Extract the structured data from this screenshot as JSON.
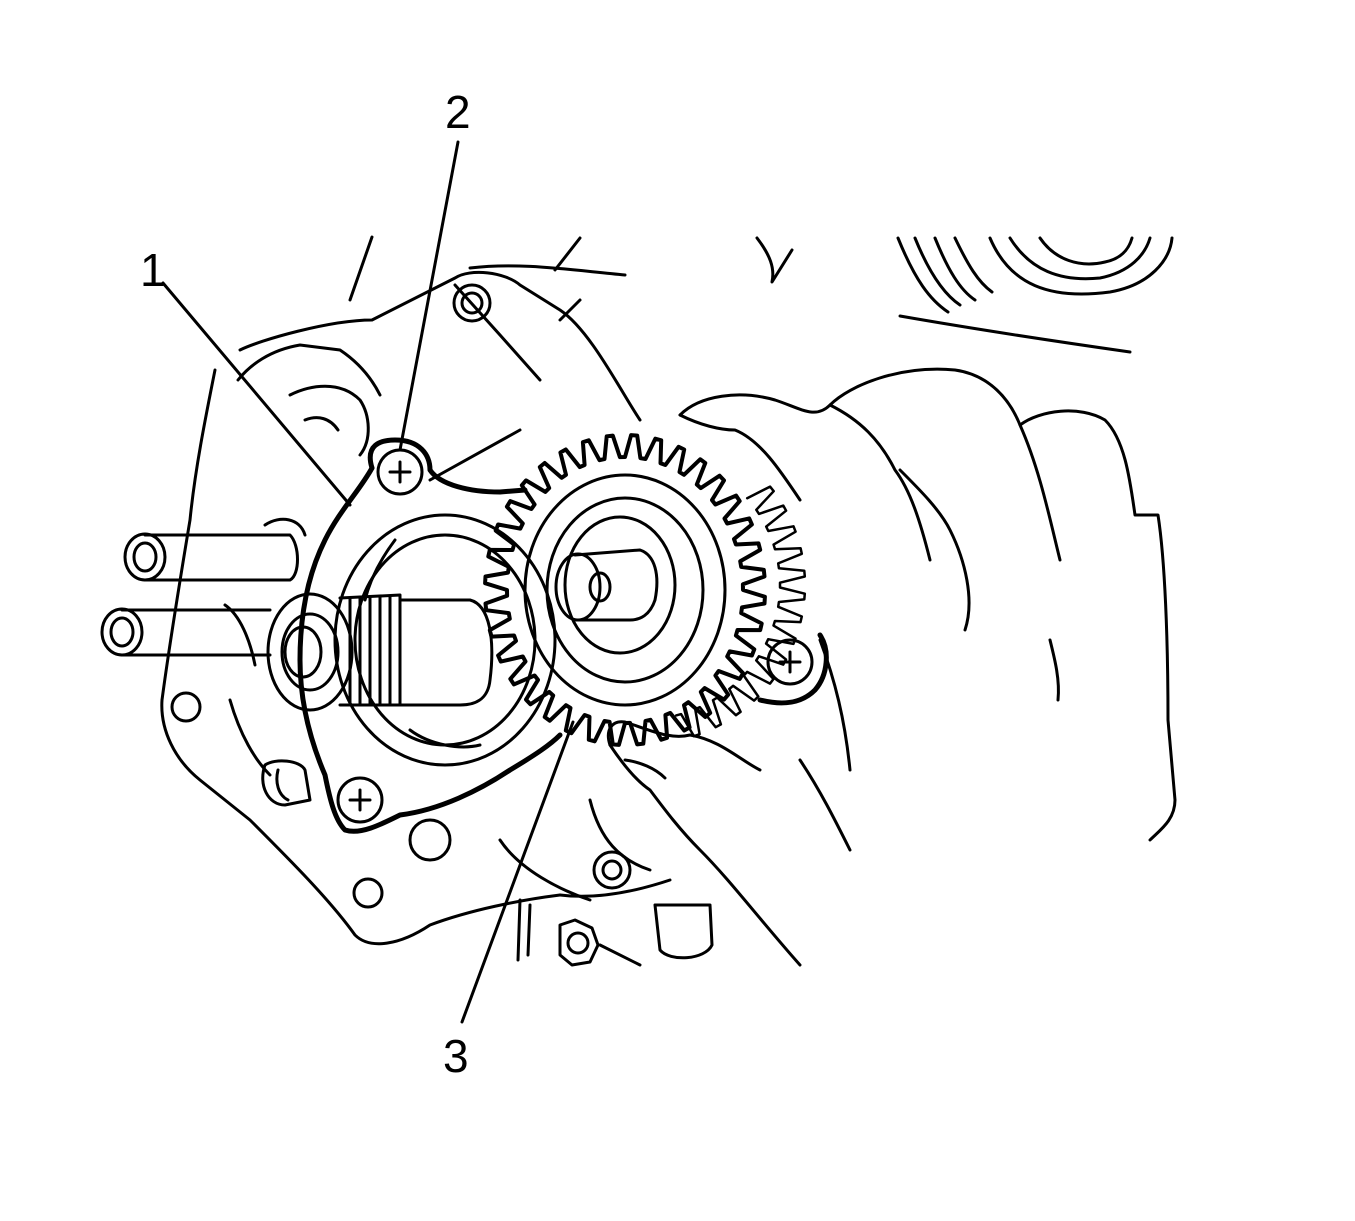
{
  "callouts": [
    {
      "id": "1",
      "label": "1"
    },
    {
      "id": "2",
      "label": "2"
    },
    {
      "id": "3",
      "label": "3"
    }
  ],
  "colors": {
    "ink": "#000000",
    "background": "#ffffff"
  },
  "icons": [
    "cross-head-screw-icon"
  ]
}
